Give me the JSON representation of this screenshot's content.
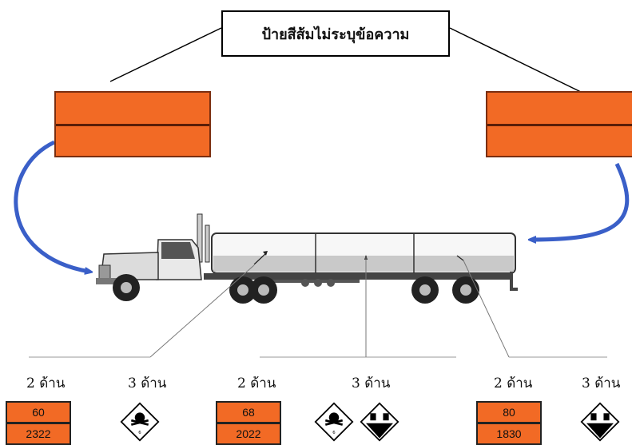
{
  "callout": {
    "text": "ป้ายสีส้มไม่ระบุข้อความ"
  },
  "colors": {
    "plate_orange": "#f26a25",
    "plate_border": "#7a2e10",
    "arrow_blue": "#3a5fc8"
  },
  "groups": [
    {
      "left_label": "2 ด้าน",
      "right_label": "3 ด้าน",
      "top_number": "60",
      "bottom_number": "2322",
      "hazard_icons": [
        "toxic-diamond-icon"
      ]
    },
    {
      "left_label": "2 ด้าน",
      "right_label": "3 ด้าน",
      "top_number": "68",
      "bottom_number": "2022",
      "hazard_icons": [
        "toxic-diamond-icon",
        "corrosive-diamond-icon"
      ]
    },
    {
      "left_label": "2 ด้าน",
      "right_label": "3 ด้าน",
      "top_number": "80",
      "bottom_number": "1830",
      "hazard_icons": [
        "corrosive-diamond-icon"
      ]
    }
  ]
}
